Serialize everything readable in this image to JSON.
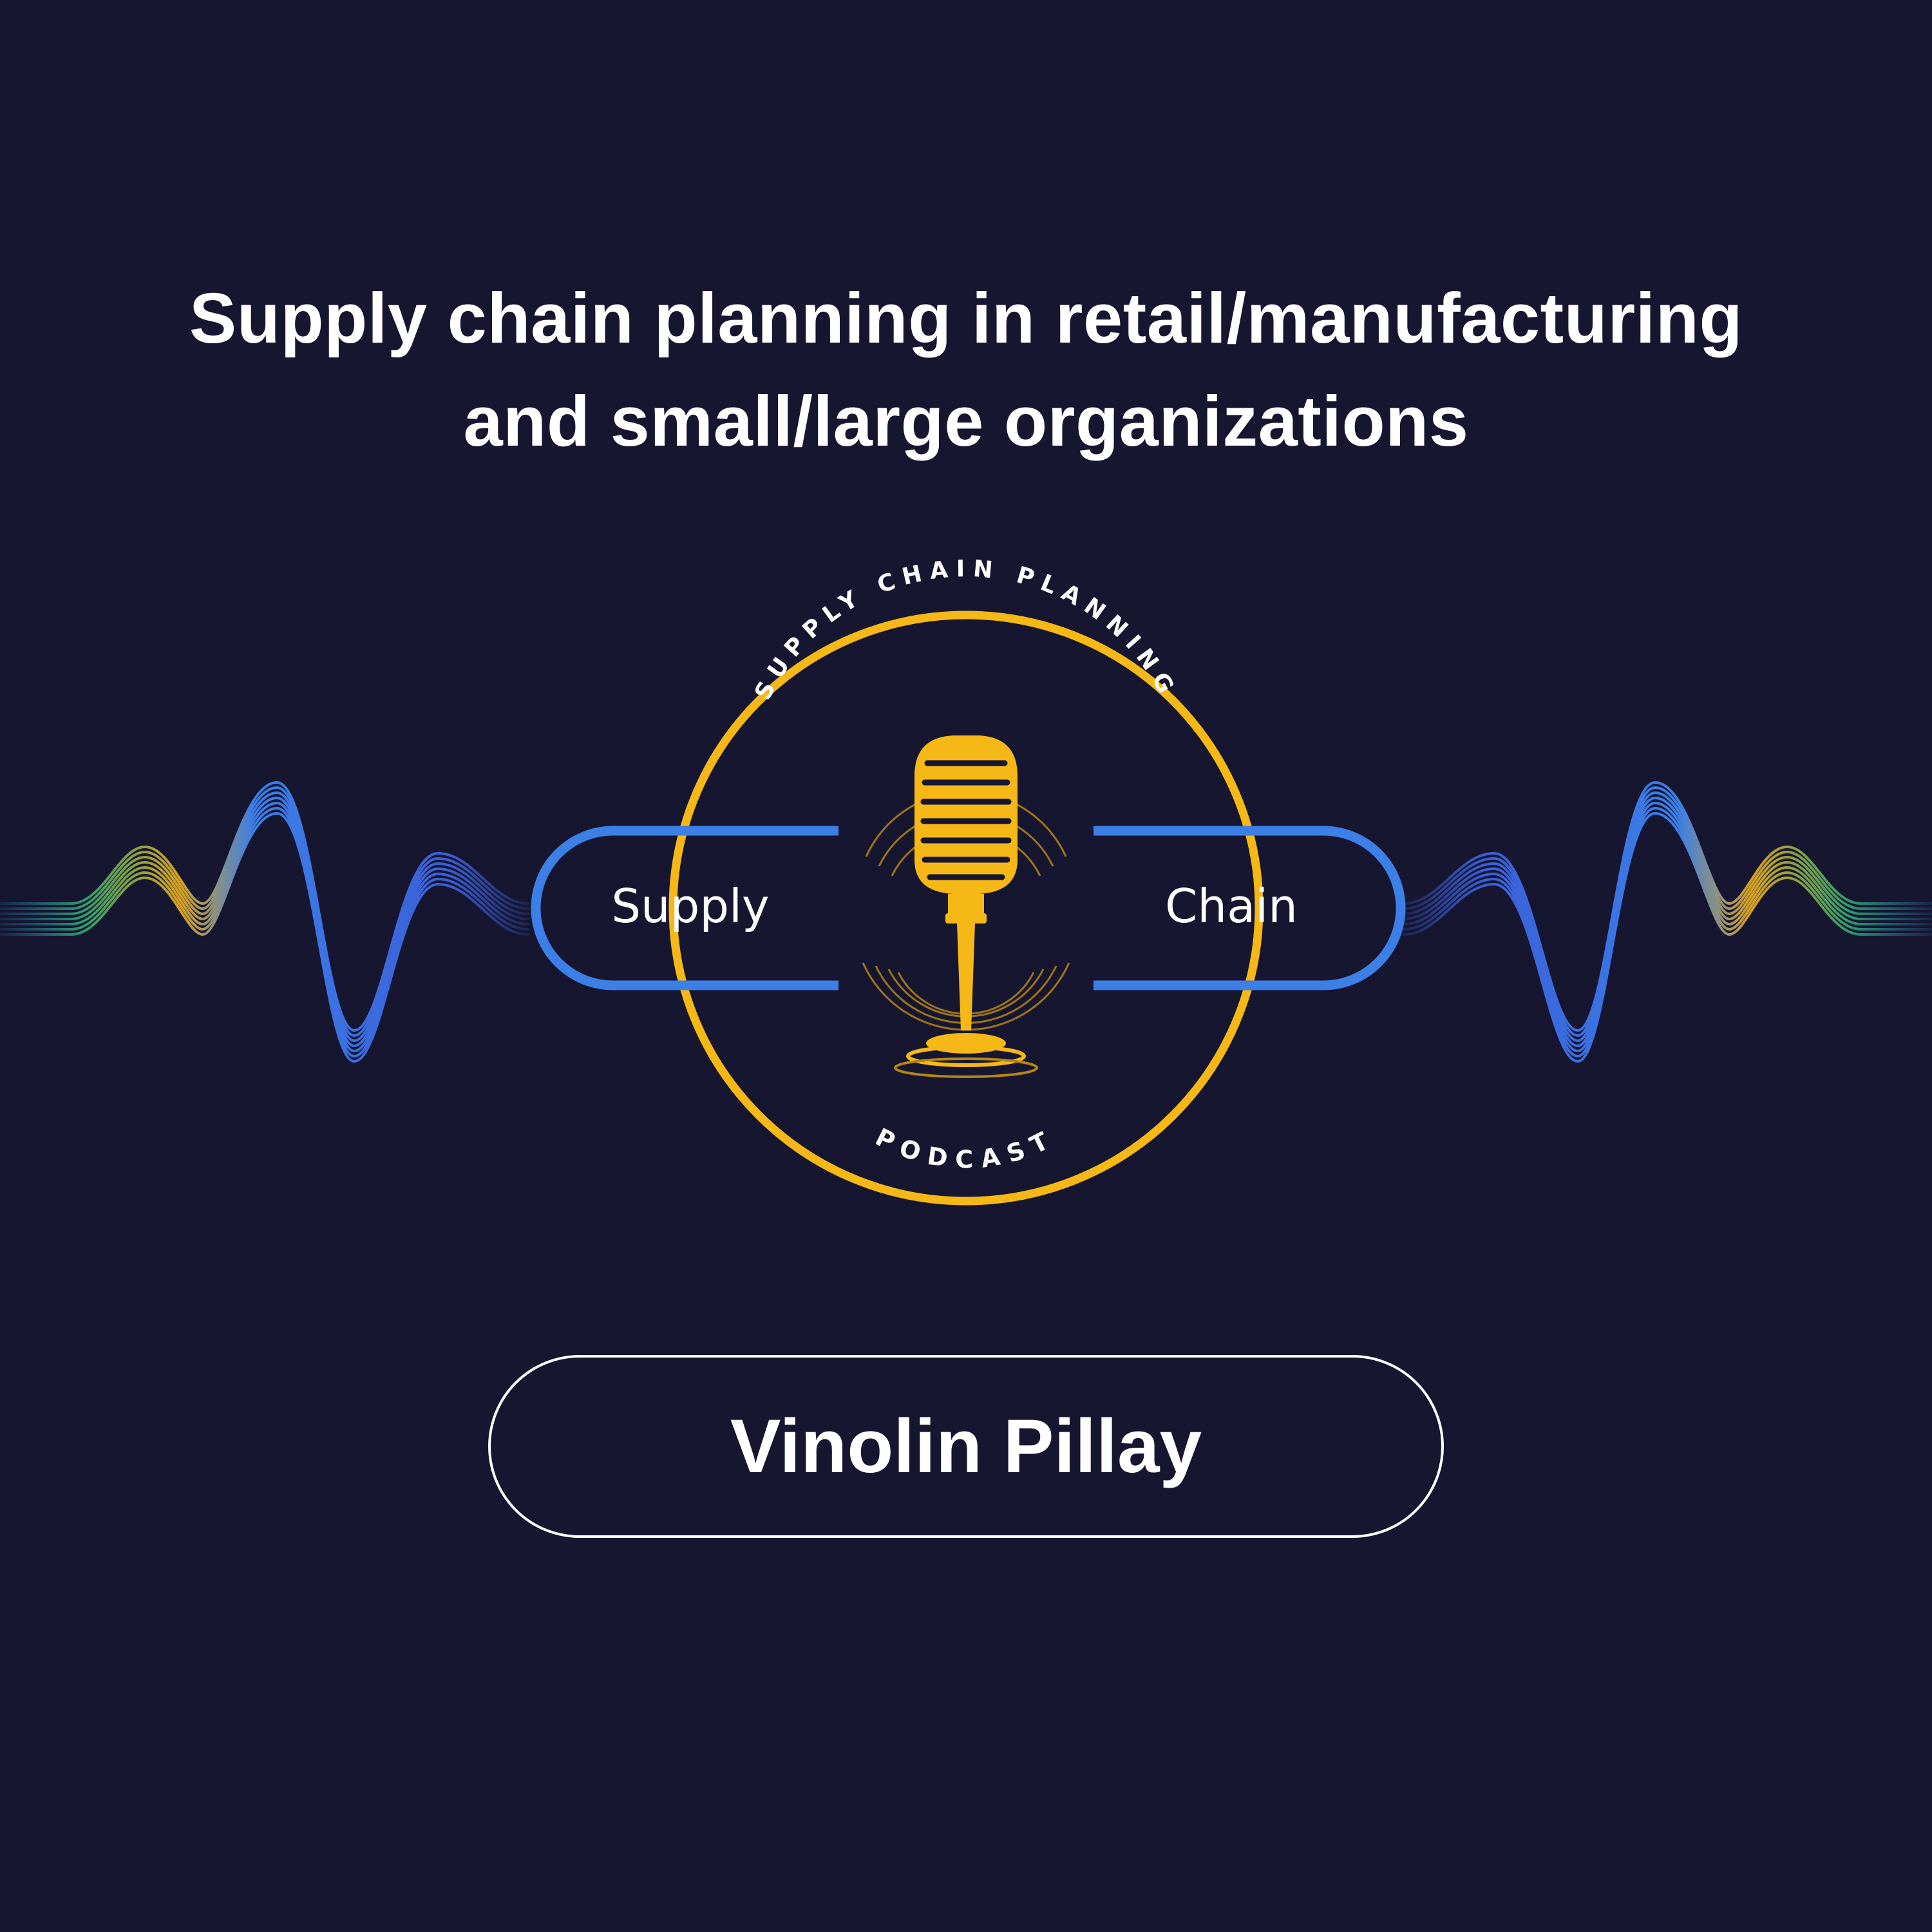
{
  "headline": {
    "line1": "Supply chain planning in retail/manufacturing",
    "line2": "and small/large organizations"
  },
  "logo": {
    "arc_top": "SUPPLY CHAIN PLANNING",
    "arc_bottom": "PODCAST",
    "left_word": "Supply",
    "right_word": "Chain",
    "icon": "microphone-icon"
  },
  "guest": {
    "name": "Vinolin Pillay"
  },
  "colors": {
    "background": "#161631",
    "gold": "#F5B816",
    "blue": "#3C7FE6",
    "text": "#FFFFFF",
    "wave_green": "#2E9E6A",
    "wave_gold": "#D9A21E",
    "wave_blue": "#3B6FE0"
  }
}
